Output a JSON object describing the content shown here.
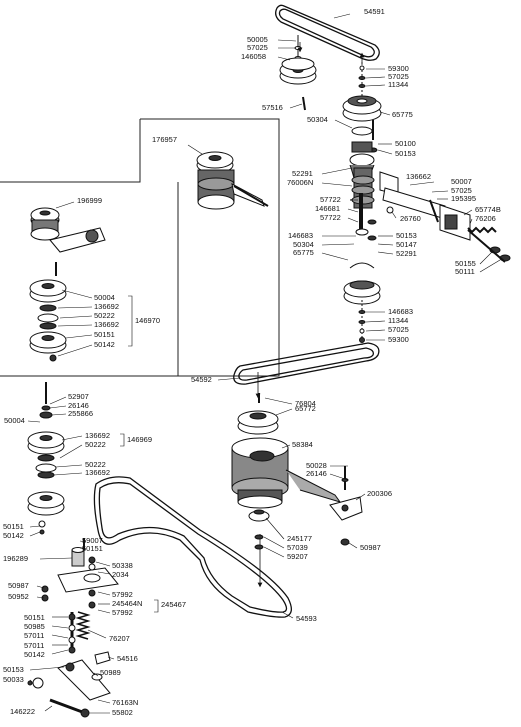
{
  "labels": {
    "l54591": "54591",
    "l50005": "50005",
    "l57025a": "57025",
    "l146058": "146058",
    "l59300a": "59300",
    "l57025b": "57025",
    "l11344a": "11344",
    "l65775a": "65775",
    "l57516": "57516",
    "l50304a": "50304",
    "l50100": "50100",
    "l50153a": "50153",
    "l176957": "176957",
    "l52291a": "52291",
    "l76006N": "76006N",
    "l136662": "136662",
    "l50007a": "50007",
    "l57025c": "57025",
    "l195395": "195395",
    "l65774B": "65774B",
    "l76206": "76206",
    "l57722a": "57722",
    "l146681": "146681",
    "l57722b": "57722",
    "l26760": "26760",
    "l196999": "196999",
    "l146683a": "146683",
    "l50304b": "50304",
    "l65775b": "65775",
    "l50153b": "50153",
    "l50147": "50147",
    "l52291b": "52291",
    "l50155": "50155",
    "l50111": "50111",
    "l50004a": "50004",
    "l136692a": "136692",
    "l50222a": "50222",
    "l136692b": "136692",
    "l50151a": "50151",
    "l50142a": "50142",
    "l146970": "146970",
    "l146683b": "146683",
    "l11344b": "11344",
    "l57025d": "57025",
    "l59300b": "59300",
    "l54592": "54592",
    "l52907": "52907",
    "l26146a": "26146",
    "l50004b": "50004",
    "l255866": "255866",
    "l76804": "76804",
    "l65772": "65772",
    "l136692c": "136692",
    "l50222b": "50222",
    "l146969": "146969",
    "l58384": "58384",
    "l50222c": "50222",
    "l136692d": "136692",
    "l50028": "50028",
    "l26146b": "26146",
    "l200306": "200306",
    "l50151b": "50151",
    "l50142b": "50142",
    "l245177": "245177",
    "l57039": "57039",
    "l59207": "59207",
    "l50987a": "50987",
    "l59007": "59007",
    "l50151c": "50151",
    "l196289": "196289",
    "l50338": "50338",
    "l2034": "2034",
    "l50987b": "50987",
    "l50952": "50952",
    "l57992a": "57992",
    "l245464N": "245464N",
    "l245467": "245467",
    "l57992b": "57992",
    "l54593": "54593",
    "l50151d": "50151",
    "l50985": "50985",
    "l57011a": "57011",
    "l57011b": "57011",
    "l76207": "76207",
    "l50142c": "50142",
    "l54516": "54516",
    "l50153c": "50153",
    "l50033": "50033",
    "l50989": "50989",
    "l76163N": "76163N",
    "l146222": "146222",
    "l55802": "55802"
  }
}
